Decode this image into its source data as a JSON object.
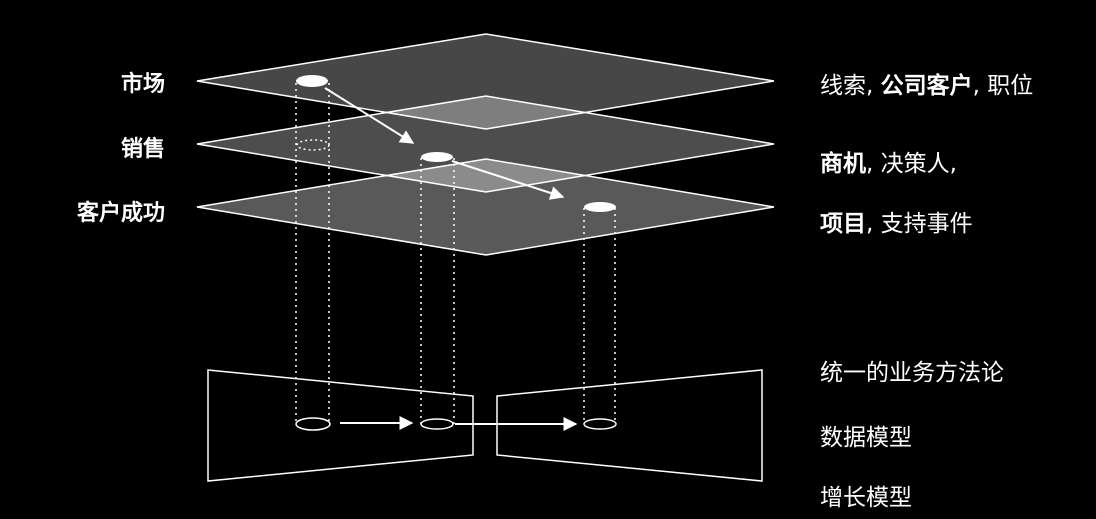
{
  "layers": [
    {
      "name": "市场"
    },
    {
      "name": "销售"
    },
    {
      "name": "客户成功"
    }
  ],
  "layer_descriptions": [
    [
      {
        "text": "线索",
        "bold": false
      },
      {
        "text": ", ",
        "bold": false
      },
      {
        "text": "公司客户",
        "bold": true
      },
      {
        "text": ", 职位",
        "bold": false
      }
    ],
    [
      {
        "text": "商机",
        "bold": true
      },
      {
        "text": ", 决策人,",
        "bold": false
      }
    ],
    [
      {
        "text": "项目",
        "bold": true
      },
      {
        "text": ", 支持事件",
        "bold": false
      }
    ]
  ],
  "bottom_items": [
    "统一的业务方法论",
    "数据模型",
    "增长模型"
  ],
  "colors": {
    "background": "#000000",
    "stroke": "#ffffff",
    "plane_fill": "#ffffff"
  }
}
